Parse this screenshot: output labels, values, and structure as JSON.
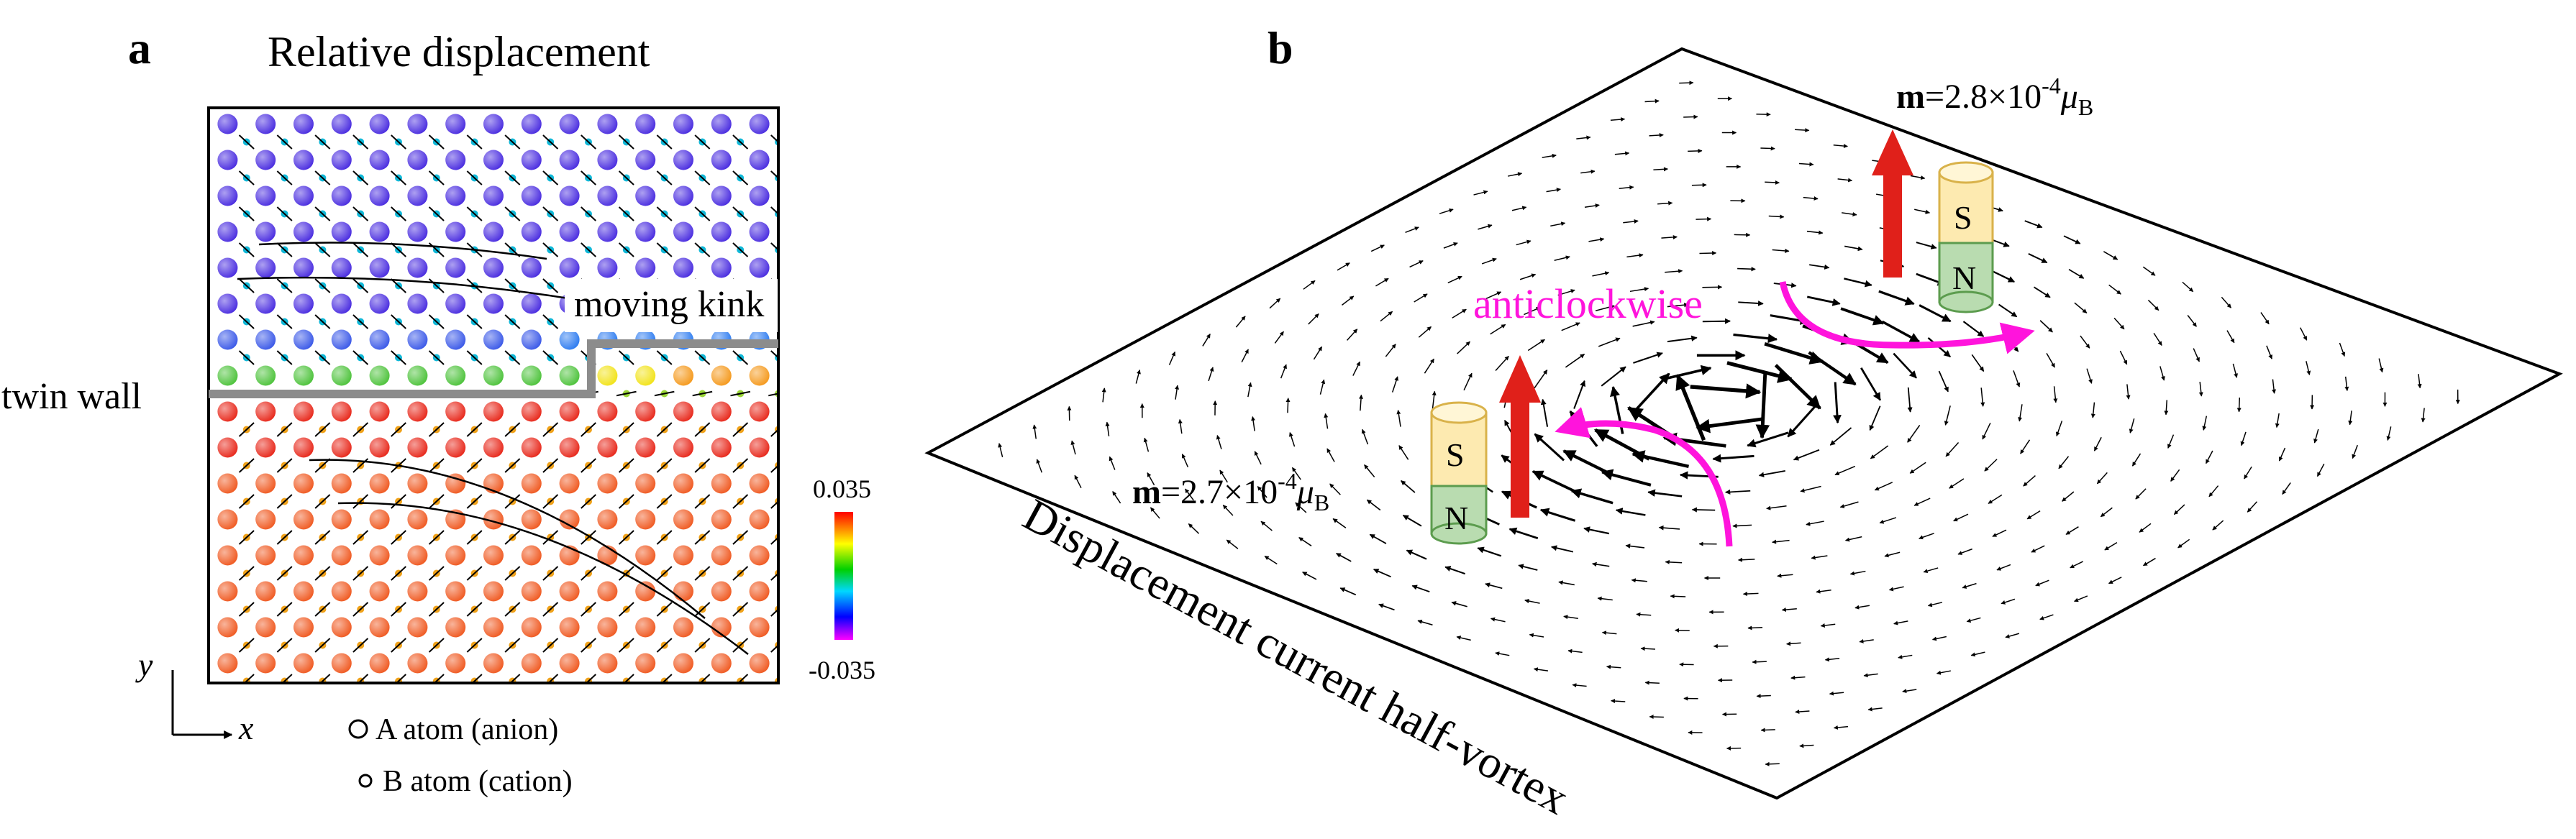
{
  "panel_a": {
    "letter": "a",
    "title": "Relative displacement",
    "twin_wall_label": "twin wall",
    "kink_label": "moving kink",
    "colorbar_max": "0.035",
    "colorbar_min": "-0.035",
    "axis_y": "y",
    "axis_x": "x",
    "legend_a": "A atom (anion)",
    "legend_b": "B atom (cation)",
    "colors": {
      "top": "#4a2de0",
      "wall": "#4ec33c",
      "bottom_red": "#e8291c",
      "bottom_orange": "#f05a22",
      "kink_yellow": "#f2e31a",
      "kink_orange": "#f59a1e",
      "wall_line": "#8c8c8c"
    }
  },
  "panel_b": {
    "letter": "b",
    "moment_top_bold": "m",
    "moment_top_rest": "=2.8×10",
    "moment_top_exp": "-4",
    "moment_top_mu": "μ",
    "moment_top_sub": "B",
    "moment_bottom_bold": "m",
    "moment_bottom_rest": "=2.7×10",
    "moment_bottom_exp": "-4",
    "moment_bottom_mu": "μ",
    "moment_bottom_sub": "B",
    "rotation_label": "anticlockwise",
    "caption": "Displacement current half-vortex",
    "magnet_s": "S",
    "magnet_n": "N",
    "colors": {
      "rotation": "#ff14dc",
      "moment_arrow": "#e0201a",
      "magnet_s": "#fdeab0",
      "magnet_n": "#b9dcb0"
    }
  }
}
